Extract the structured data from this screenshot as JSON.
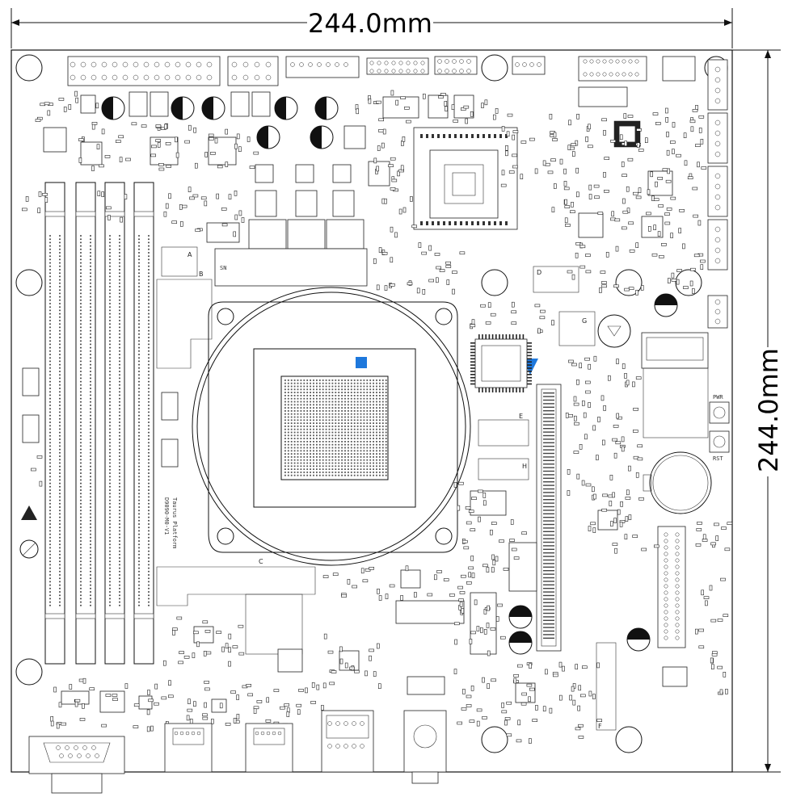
{
  "dimensions": {
    "width_label": "244.0mm",
    "height_label": "244.0mm"
  },
  "silkscreen": {
    "platform_line1": "Taurus Platform",
    "platform_line2": "D9090-M0-V1",
    "sn_label": "SN",
    "pwr_label": "PWR",
    "rst_label": "RST"
  },
  "zone_labels": [
    "A",
    "B",
    "C",
    "D",
    "E",
    "F",
    "G",
    "H"
  ],
  "colors": {
    "marker_square": "#1e78dc",
    "marker_triangle": "#1e78dc",
    "outline": "#111111"
  },
  "markers": {
    "square": "blue-square-marker",
    "triangle": "blue-triangle-marker"
  }
}
